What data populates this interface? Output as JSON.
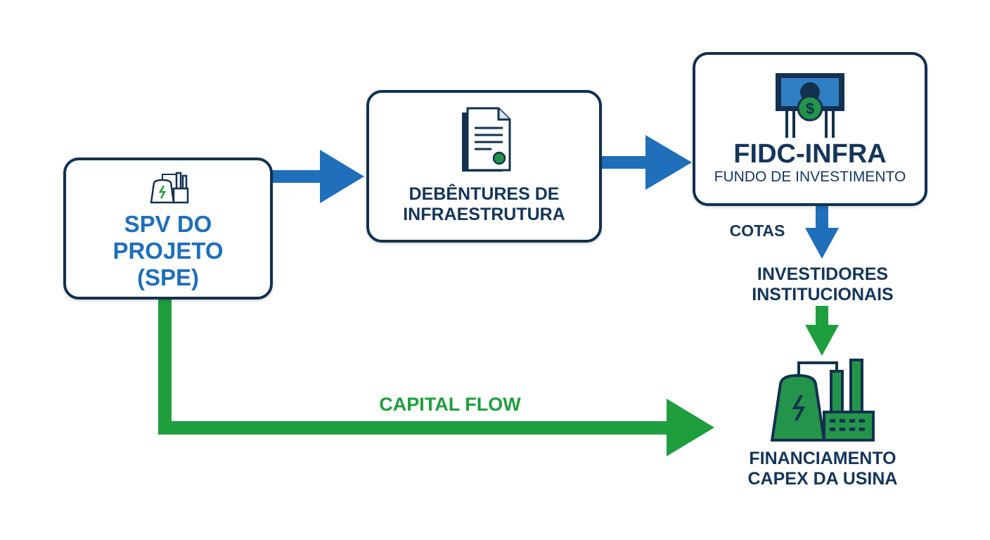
{
  "colors": {
    "navy": "#13314f",
    "blue_arrow": "#1f6fba",
    "green_arrow": "#1f9e3e",
    "plant_green": "#24944a"
  },
  "nodes": {
    "spv": {
      "icon": "power-plant-icon",
      "line1": "SPV DO",
      "line2": "PROJETO",
      "line3": "(SPE)"
    },
    "debentures": {
      "icon": "document-icon",
      "line1": "DEBÊNTURES DE",
      "line2": "INFRAESTRUTURA"
    },
    "fidc": {
      "icon": "money-icon",
      "title": "FIDC-INFRA",
      "subtitle": "FUNDO DE INVESTIMENTO"
    },
    "investors": {
      "line1": "INVESTIDORES",
      "line2": "INSTITUCIONAIS"
    },
    "capex": {
      "icon": "power-plant-icon",
      "line1": "FINANCIAMENTO",
      "line2": "CAPEX DA USINA"
    }
  },
  "edges": {
    "cotas_label": "COTAS",
    "capital_flow_label": "CAPITAL FLOW"
  }
}
